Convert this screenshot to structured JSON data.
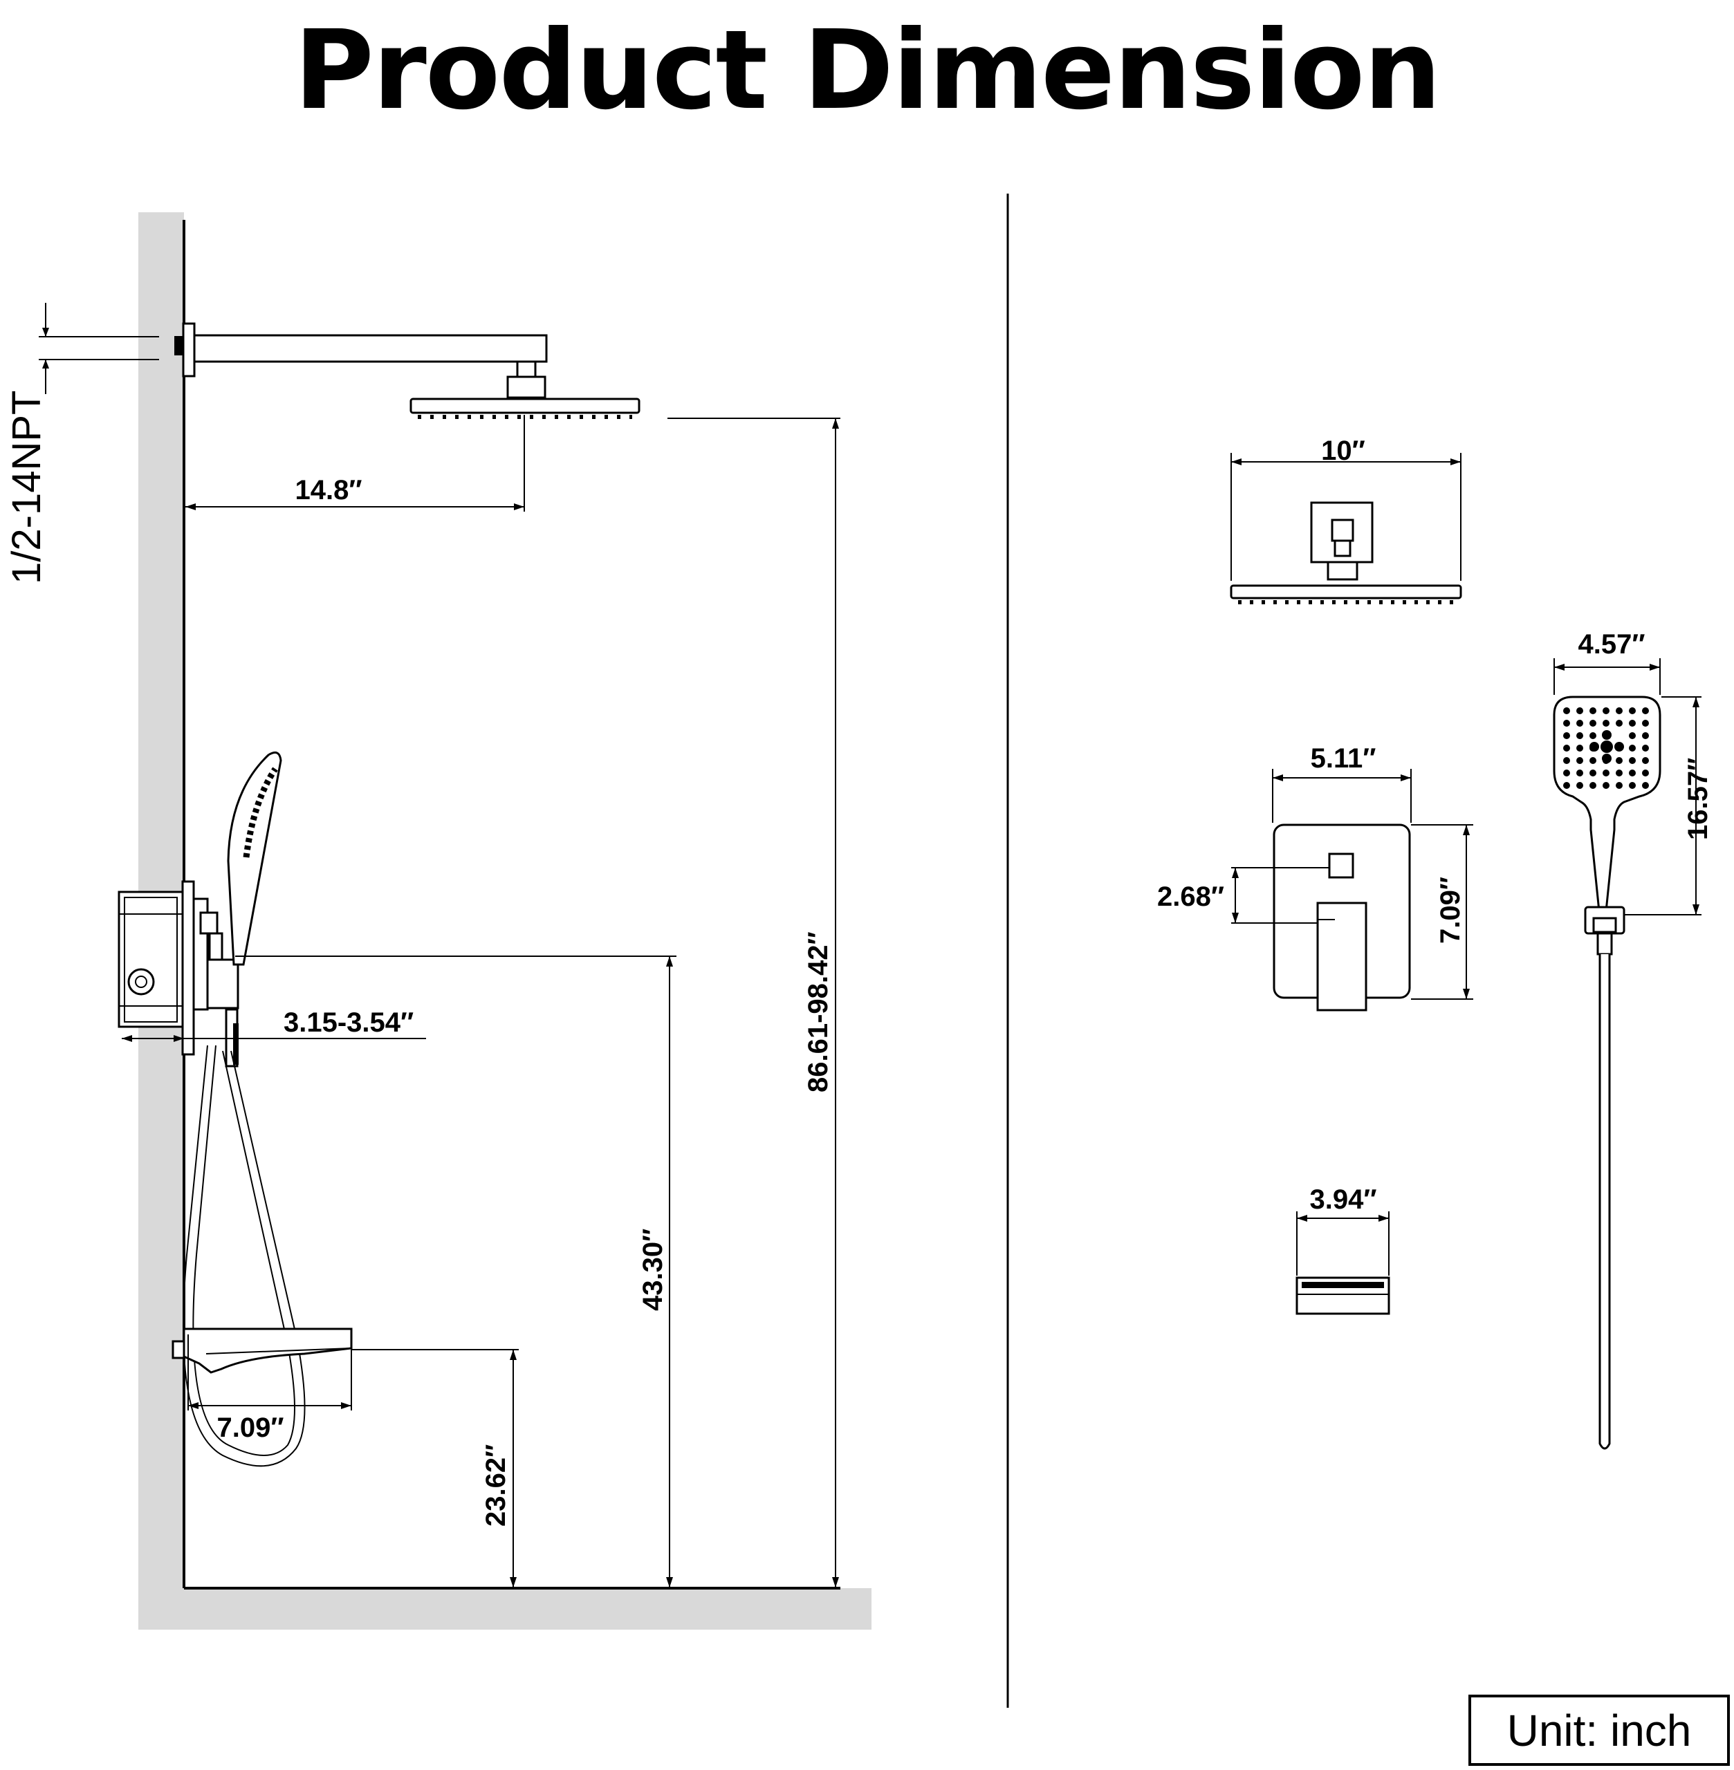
{
  "title": "Product Dimension",
  "unit_label": "Unit: inch",
  "side_view": {
    "thread_spec": "1/2-14NPT",
    "arm_reach": "14.8″",
    "total_height": "86.61-98.42″",
    "valve_depth": "3.15-3.54″",
    "valve_height": "43.30″",
    "spout_height": "23.62″",
    "spout_reach": "7.09″"
  },
  "parts": {
    "shower_head_width": "10″",
    "trim_plate_width": "5.11″",
    "trim_plate_height": "7.09″",
    "handle_offset": "2.68″",
    "spout_width": "3.94″",
    "hand_shower_width": "4.57″",
    "hand_shower_height": "16.57″"
  },
  "colors": {
    "wall": "#d9d9d9",
    "line": "#000000"
  }
}
